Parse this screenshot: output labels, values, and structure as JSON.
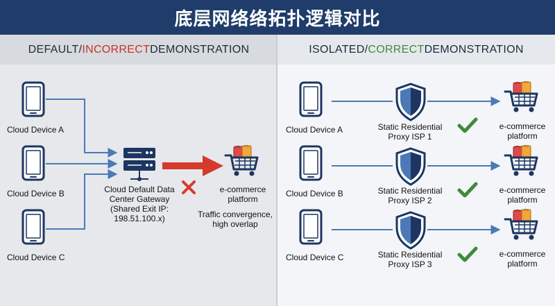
{
  "title": "底层网络络拓扑逻辑对比",
  "left": {
    "header_pre": "DEFAULT/",
    "header_hl": "INCORRECT",
    "header_post": " DEMONSTRATION",
    "devices": [
      "Cloud Device A",
      "Cloud Device B",
      "Cloud Device C"
    ],
    "gateway_lines": [
      "Cloud Default Data",
      "Center Gateway",
      "(Shared Exit IP:",
      "198.51.100.x)"
    ],
    "target_lines": [
      "e-commerce",
      "platform"
    ],
    "note_lines": [
      "Traffic convergence,",
      "high overlap"
    ]
  },
  "right": {
    "header_pre": "ISOLATED/",
    "header_hl": "CORRECT",
    "header_post": " DEMONSTRATION",
    "rows": [
      {
        "device": "Cloud Device A",
        "proxy_line1": "Static Residential",
        "proxy_line2": "Proxy ISP 1",
        "target_line1": "e-commerce",
        "target_line2": "platform"
      },
      {
        "device": "Cloud Device B",
        "proxy_line1": "Static Residential",
        "proxy_line2": "Proxy ISP 2",
        "target_line1": "e-commerce",
        "target_line2": "platform"
      },
      {
        "device": "Cloud Device C",
        "proxy_line1": "Static Residential",
        "proxy_line2": "Proxy ISP 3",
        "target_line1": "e-commerce",
        "target_line2": "platform"
      }
    ]
  },
  "colors": {
    "title_bg": "#1f3c6a",
    "link_blue": "#4a79b6",
    "icon_navy": "#1d3560",
    "error_red": "#d63a2c",
    "check_green": "#3f8a3c"
  },
  "icons": [
    "smartphone-icon",
    "server-icon",
    "shopping-cart-icon",
    "shield-icon",
    "close-icon",
    "checkmark-icon"
  ]
}
